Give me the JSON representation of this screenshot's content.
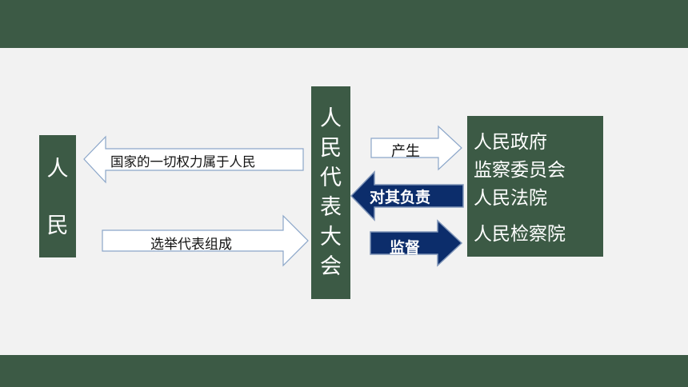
{
  "people_box": {
    "char1": "人",
    "char2": "民"
  },
  "npc_box": {
    "text": "人民代表大会"
  },
  "organs_box": {
    "lines": [
      "人民政府",
      "监察委员会",
      "人民法院",
      "人民检察院"
    ]
  },
  "arrows": {
    "power_belongs": "国家的一切权力属于人民",
    "elect": "选举代表组成",
    "produce": "产生",
    "responsible": "对其负责",
    "supervise": "监督"
  },
  "colors": {
    "box_green": "#3c5a45",
    "arrow_navy": "#0c2d6b",
    "arrow_outline": "#8ba6c9",
    "background": "#f2f2f2"
  }
}
